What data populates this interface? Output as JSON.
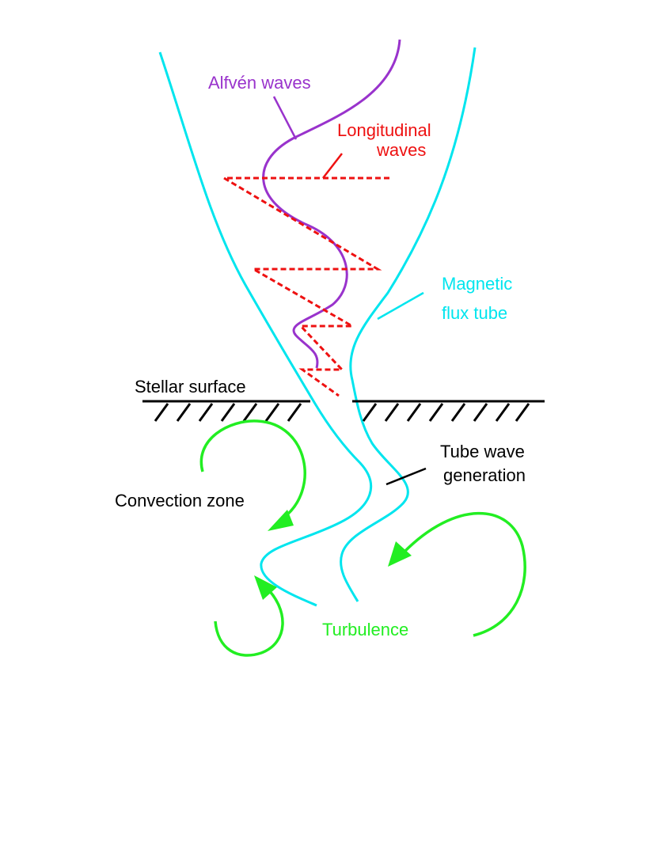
{
  "labels": {
    "alfven": "Alfvén waves",
    "longitudinal_line1": "Longitudinal",
    "longitudinal_line2": "waves",
    "magnetic_line1": "Magnetic",
    "magnetic_line2": "flux tube",
    "stellar_surface": "Stellar surface",
    "tube_wave_line1": "Tube wave",
    "tube_wave_line2": "generation",
    "convection_zone": "Convection zone",
    "turbulence": "Turbulence"
  },
  "colors": {
    "flux_tube": "#00e5ee",
    "alfven": "#9933cc",
    "longitudinal": "#ee1111",
    "turbulence": "#22ee22",
    "surface": "#000000"
  }
}
